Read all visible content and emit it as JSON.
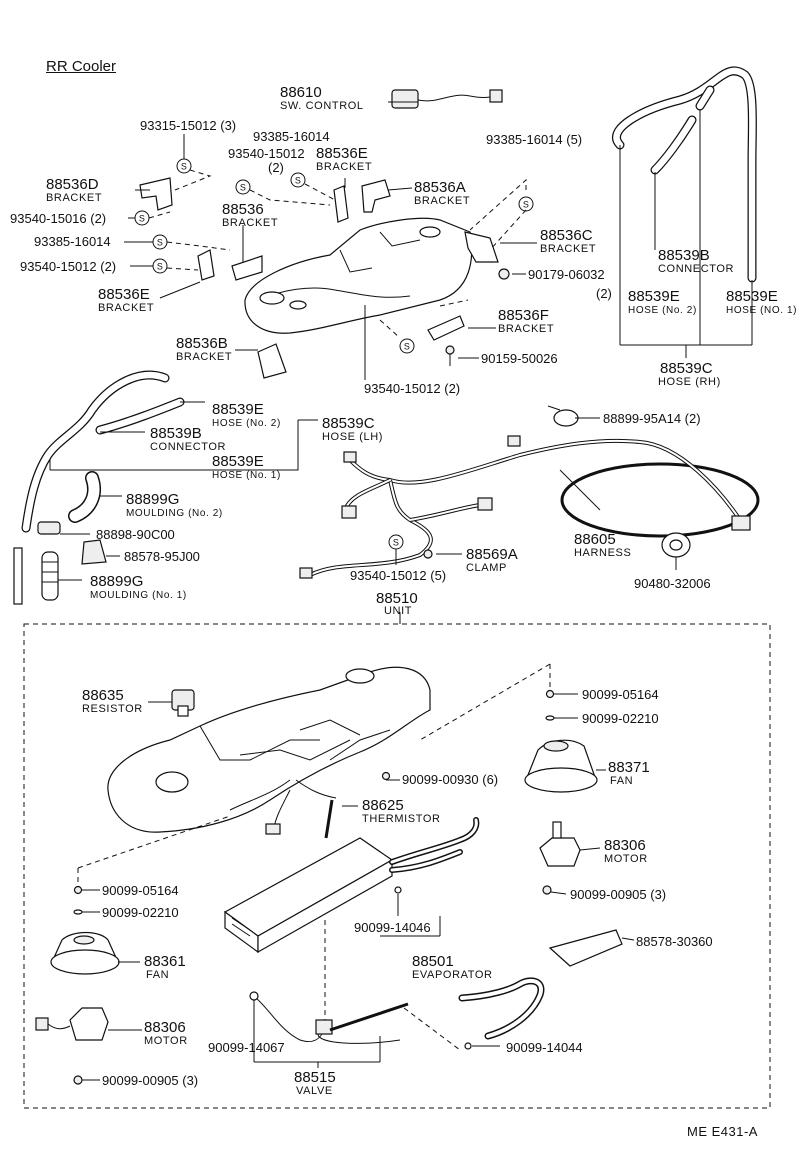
{
  "page": {
    "title": "RR Cooler",
    "footer": "ME  E431-A"
  },
  "callouts": [
    {
      "id": "c-88610",
      "number": "88610",
      "name": "SW. CONTROL"
    },
    {
      "id": "c-93315",
      "number": "93315-15012 (3)",
      "name": ""
    },
    {
      "id": "c-93385a",
      "number": "93385-16014",
      "name": ""
    },
    {
      "id": "c-93540a",
      "number": "93540-15012",
      "name": "(2)"
    },
    {
      "id": "c-88536E1",
      "number": "88536E",
      "name": "BRACKET"
    },
    {
      "id": "c-88536A",
      "number": "88536A",
      "name": "BRACKET"
    },
    {
      "id": "c-93385b",
      "number": "93385-16014 (5)",
      "name": ""
    },
    {
      "id": "c-88536D",
      "number": "88536D",
      "name": "BRACKET"
    },
    {
      "id": "c-93540b",
      "number": "93540-15016 (2)",
      "name": ""
    },
    {
      "id": "c-88536",
      "number": "88536",
      "name": "BRACKET"
    },
    {
      "id": "c-93385c",
      "number": "93385-16014",
      "name": ""
    },
    {
      "id": "c-93540c",
      "number": "93540-15012 (2)",
      "name": ""
    },
    {
      "id": "c-88536E2",
      "number": "88536E",
      "name": "BRACKET"
    },
    {
      "id": "c-88536C",
      "number": "88536C",
      "name": "BRACKET"
    },
    {
      "id": "c-90179",
      "number": "90179-06032",
      "name": "(2)"
    },
    {
      "id": "c-88539B1",
      "number": "88539B",
      "name": "CONNECTOR"
    },
    {
      "id": "c-88539E1",
      "number": "88539E",
      "name": "HOSE (No. 2)"
    },
    {
      "id": "c-88539E2",
      "number": "88539E",
      "name": "HOSE (NO. 1)"
    },
    {
      "id": "c-88539C1",
      "number": "88539C",
      "name": "HOSE (RH)"
    },
    {
      "id": "c-88536F",
      "number": "88536F",
      "name": "BRACKET"
    },
    {
      "id": "c-88536B",
      "number": "88536B",
      "name": "BRACKET"
    },
    {
      "id": "c-90159",
      "number": "90159-50026",
      "name": ""
    },
    {
      "id": "c-93540d",
      "number": "93540-15012 (2)",
      "name": ""
    },
    {
      "id": "c-88899a",
      "number": "88899-95A14 (2)",
      "name": ""
    },
    {
      "id": "c-88539E3",
      "number": "88539E",
      "name": "HOSE (No. 2)"
    },
    {
      "id": "c-88539B2",
      "number": "88539B",
      "name": "CONNECTOR"
    },
    {
      "id": "c-88539C2",
      "number": "88539C",
      "name": "HOSE (LH)"
    },
    {
      "id": "c-88539E4",
      "number": "88539E",
      "name": "HOSE (No. 1)"
    },
    {
      "id": "c-88899G1",
      "number": "88899G",
      "name": "MOULDING (No. 2)"
    },
    {
      "id": "c-88898",
      "number": "88898-90C00",
      "name": ""
    },
    {
      "id": "c-88578a",
      "number": "88578-95J00",
      "name": ""
    },
    {
      "id": "c-88899G2",
      "number": "88899G",
      "name": "MOULDING (No. 1)"
    },
    {
      "id": "c-88605",
      "number": "88605",
      "name": "HARNESS"
    },
    {
      "id": "c-88569A",
      "number": "88569A",
      "name": "CLAMP"
    },
    {
      "id": "c-93540e",
      "number": "93540-15012 (5)",
      "name": ""
    },
    {
      "id": "c-90480",
      "number": "90480-32006",
      "name": ""
    },
    {
      "id": "c-88510",
      "number": "88510",
      "name": "UNIT"
    },
    {
      "id": "c-88635",
      "number": "88635",
      "name": "RESISTOR"
    },
    {
      "id": "c-90099-05164a",
      "number": "90099-05164",
      "name": ""
    },
    {
      "id": "c-90099-02210a",
      "number": "90099-02210",
      "name": ""
    },
    {
      "id": "c-90099-00930",
      "number": "90099-00930 (6)",
      "name": ""
    },
    {
      "id": "c-88371",
      "number": "88371",
      "name": "FAN"
    },
    {
      "id": "c-88625",
      "number": "88625",
      "name": "THERMISTOR"
    },
    {
      "id": "c-88306a",
      "number": "88306",
      "name": "MOTOR"
    },
    {
      "id": "c-90099-05164b",
      "number": "90099-05164",
      "name": ""
    },
    {
      "id": "c-90099-02210b",
      "number": "90099-02210",
      "name": ""
    },
    {
      "id": "c-90099-00905a",
      "number": "90099-00905 (3)",
      "name": ""
    },
    {
      "id": "c-90099-14046",
      "number": "90099-14046",
      "name": ""
    },
    {
      "id": "c-88501",
      "number": "88501",
      "name": "EVAPORATOR"
    },
    {
      "id": "c-88578b",
      "number": "88578-30360",
      "name": ""
    },
    {
      "id": "c-88361",
      "number": "88361",
      "name": "FAN"
    },
    {
      "id": "c-88306b",
      "number": "88306",
      "name": "MOTOR"
    },
    {
      "id": "c-90099-14067",
      "number": "90099-14067",
      "name": ""
    },
    {
      "id": "c-88515",
      "number": "88515",
      "name": "VALVE"
    },
    {
      "id": "c-90099-14044",
      "number": "90099-14044",
      "name": ""
    },
    {
      "id": "c-90099-00905b",
      "number": "90099-00905 (3)",
      "name": ""
    }
  ],
  "symbols": {
    "screw_mark": "S"
  }
}
